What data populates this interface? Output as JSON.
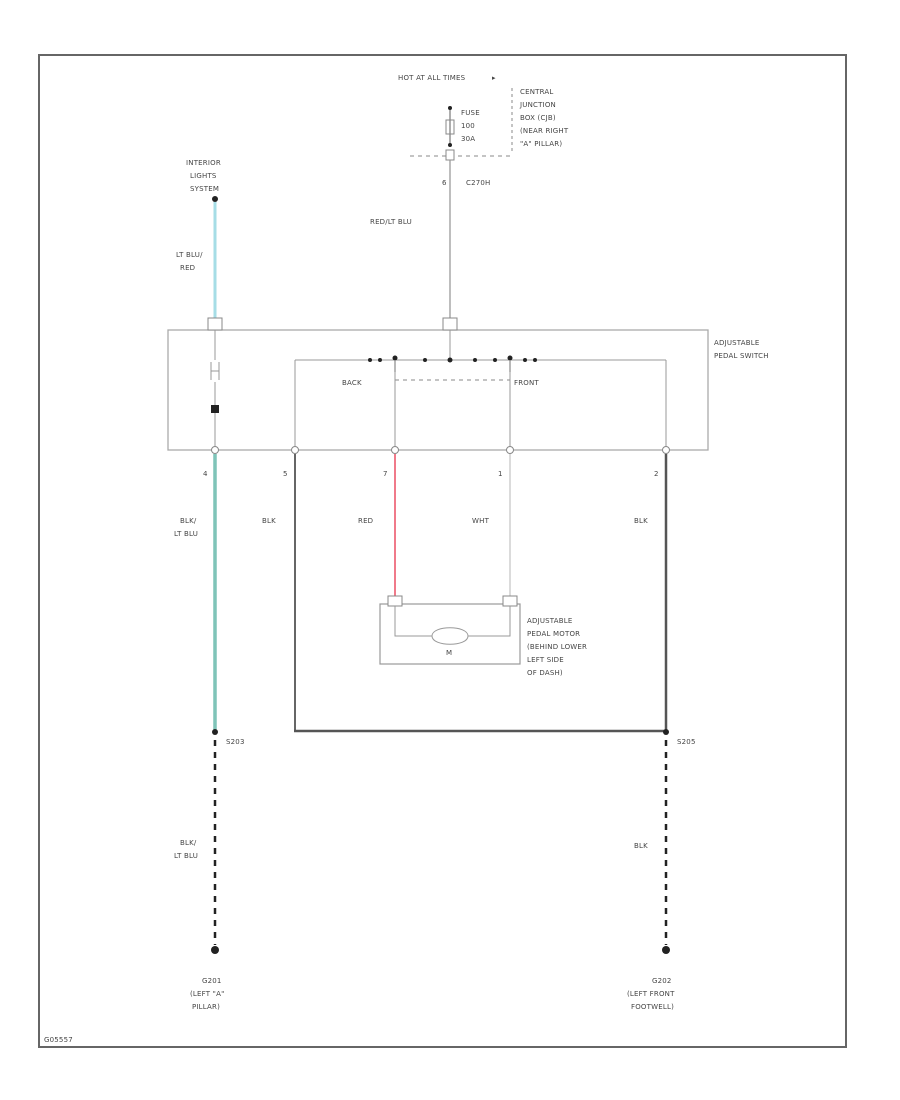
{
  "labels": {
    "hot_at_all_times": "HOT AT ALL TIMES",
    "fuse": "FUSE",
    "fuse_number": "100",
    "fuse_amp": "30A",
    "cjb_1": "CENTRAL",
    "cjb_2": "JUNCTION",
    "cjb_3": "BOX (CJB)",
    "cjb_4": "(NEAR RIGHT",
    "cjb_5": "\"A\" PILLAR)",
    "c_pin": "6",
    "connector": "C270H",
    "red_lt_blu": "RED/LT BLU",
    "interior_1": "INTERIOR",
    "interior_2": "LIGHTS",
    "interior_3": "SYSTEM",
    "lt_blu_1": "LT BLU/",
    "lt_blu_2": "RED",
    "aps_1": "ADJUSTABLE",
    "aps_2": "PEDAL SWITCH",
    "back": "BACK",
    "front": "FRONT",
    "pin_4": "4",
    "pin_5": "5",
    "pin_7a": "7",
    "pin_1": "1",
    "pin_2": "2",
    "blk_lt_blu_1": "BLK/",
    "blk_lt_blu_2": "LT BLU",
    "blk_a": "BLK",
    "red": "RED",
    "wht": "WHT",
    "blk_b": "BLK",
    "motor_1": "ADJUSTABLE",
    "motor_2": "PEDAL MOTOR",
    "motor_3": "(BEHIND LOWER",
    "motor_4": "LEFT SIDE",
    "motor_5": "OF DASH)",
    "motor_symbol": "M",
    "splice_left": "S203",
    "splice_right": "S205",
    "blk_lt_blu_3": "BLK/",
    "blk_lt_blu_4": "LT BLU",
    "blk_c": "BLK",
    "g_left_1": "G201",
    "g_left_2": "(LEFT \"A\"",
    "g_left_3": "PILLAR)",
    "g_right_1": "G202",
    "g_right_2": "(LEFT FRONT",
    "g_right_3": "FOOTWELL)",
    "figure_id": "G05557"
  },
  "colors": {
    "lt_blu_red_wire": "#a6dde6",
    "blk_lt_blu_wire": "#7fc4b8",
    "red_wire": "#f07a8a",
    "wht_wire": "#cfcfcf",
    "blk_wire": "#555555",
    "frame": "#666666"
  }
}
